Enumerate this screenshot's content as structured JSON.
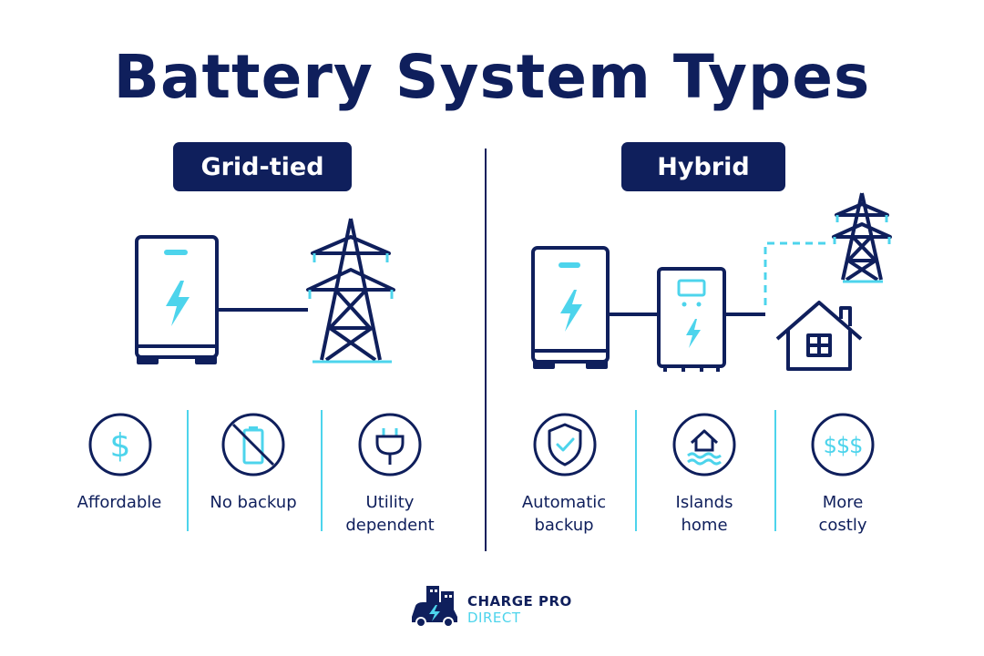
{
  "title": "Battery System Types",
  "sections": {
    "grid_tied": {
      "label": "Grid-tied",
      "features": [
        {
          "icon": "dollar-icon",
          "label": "Affordable"
        },
        {
          "icon": "no-battery-icon",
          "label": "No backup"
        },
        {
          "icon": "plug-icon",
          "label": "Utility\ndependent"
        }
      ]
    },
    "hybrid": {
      "label": "Hybrid",
      "features": [
        {
          "icon": "shield-check-icon",
          "label": "Automatic\nbackup"
        },
        {
          "icon": "house-waves-icon",
          "label": "Islands\nhome"
        },
        {
          "icon": "triple-dollar-icon",
          "label": "More\ncostly",
          "symbol": "$$$"
        }
      ]
    }
  },
  "brand": {
    "line1": "CHARGE PRO",
    "line2": "DIRECT"
  },
  "colors": {
    "navy": "#0f1f5c",
    "cyan": "#4dd4ec",
    "background": "#ffffff"
  }
}
